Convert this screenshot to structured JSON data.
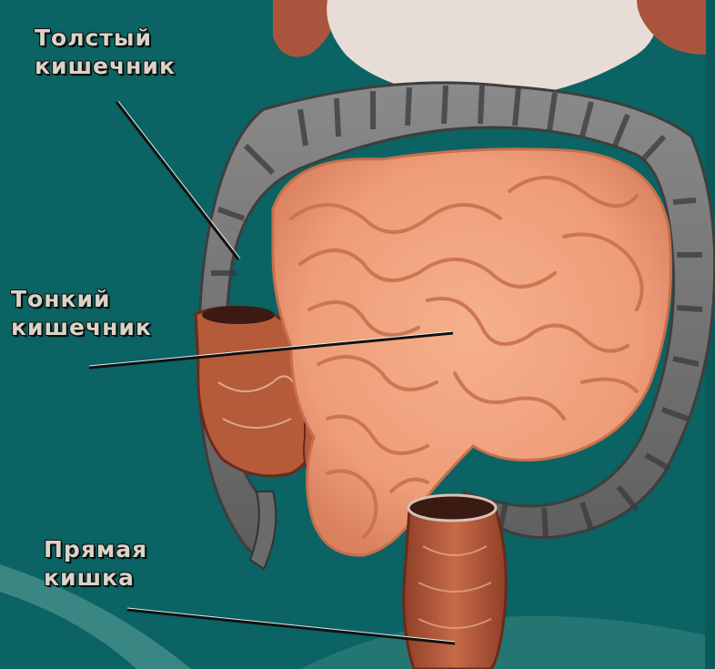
{
  "colors": {
    "background": "#0b6363",
    "large_intestine": "#6f6f6f",
    "small_intestine": "#f0a27e",
    "rectum": "#b05a3c",
    "label_text": "#d9d3c8"
  },
  "labels": {
    "large_intestine": {
      "line1": "Толстый",
      "line2": "кишечник"
    },
    "small_intestine": {
      "line1": "Тонкий",
      "line2": "кишечник"
    },
    "rectum": {
      "line1": "Прямая",
      "line2": "кишка"
    }
  }
}
